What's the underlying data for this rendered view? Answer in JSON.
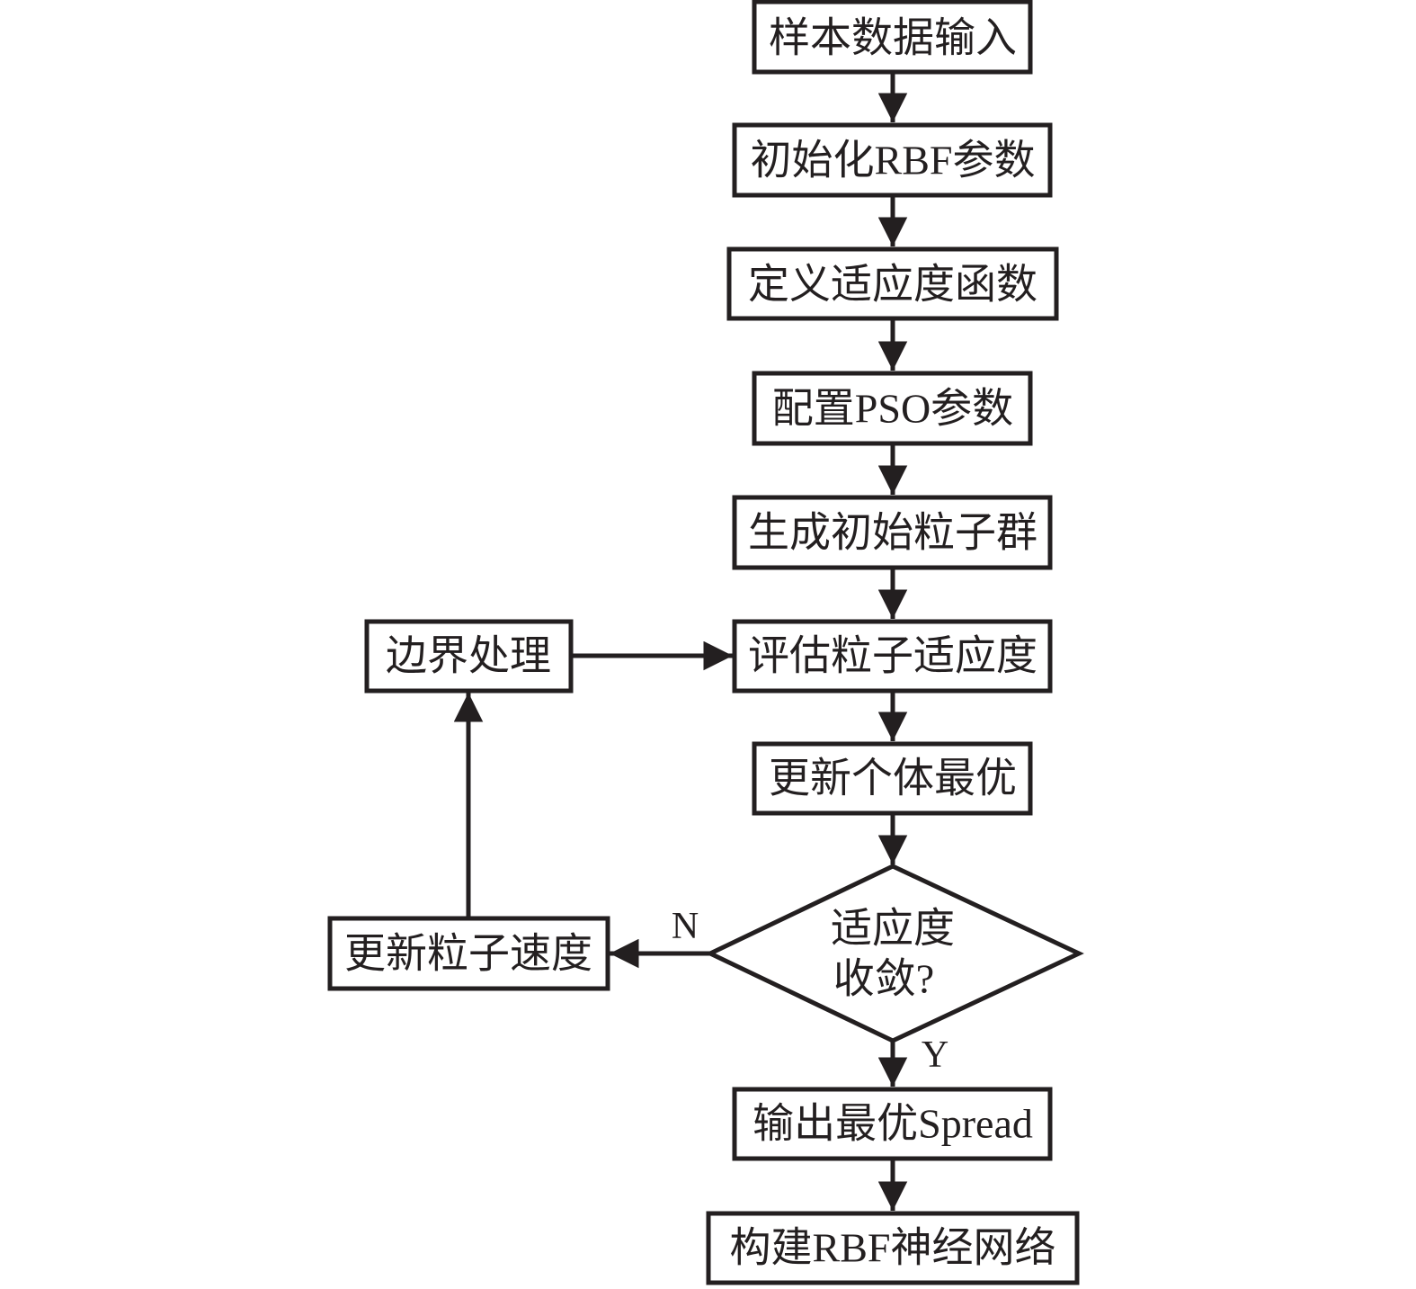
{
  "diagram": {
    "type": "flowchart",
    "colors": {
      "stroke": "#231f20",
      "fill": "#ffffff",
      "text": "#231f20"
    },
    "nodes": [
      {
        "id": "sample_input",
        "shape": "rect",
        "label": "样本数据输入"
      },
      {
        "id": "init_rbf",
        "shape": "rect",
        "label": "初始化RBF参数"
      },
      {
        "id": "define_fitness",
        "shape": "rect",
        "label": "定义适应度函数"
      },
      {
        "id": "config_pso",
        "shape": "rect",
        "label": "配置PSO参数"
      },
      {
        "id": "gen_swarm",
        "shape": "rect",
        "label": "生成初始粒子群"
      },
      {
        "id": "eval_fitness",
        "shape": "rect",
        "label": "评估粒子适应度"
      },
      {
        "id": "update_pbest",
        "shape": "rect",
        "label": "更新个体最优"
      },
      {
        "id": "converged",
        "shape": "diamond",
        "label_lines": [
          "适应度",
          "收敛?"
        ]
      },
      {
        "id": "output_spread",
        "shape": "rect",
        "label": "输出最优Spread"
      },
      {
        "id": "build_rbf",
        "shape": "rect",
        "label": "构建RBF神经网络"
      },
      {
        "id": "boundary",
        "shape": "rect",
        "label": "边界处理"
      },
      {
        "id": "update_velocity",
        "shape": "rect",
        "label": "更新粒子速度"
      }
    ],
    "edges": [
      {
        "from": "sample_input",
        "to": "init_rbf",
        "label": ""
      },
      {
        "from": "init_rbf",
        "to": "define_fitness",
        "label": ""
      },
      {
        "from": "define_fitness",
        "to": "config_pso",
        "label": ""
      },
      {
        "from": "config_pso",
        "to": "gen_swarm",
        "label": ""
      },
      {
        "from": "gen_swarm",
        "to": "eval_fitness",
        "label": ""
      },
      {
        "from": "eval_fitness",
        "to": "update_pbest",
        "label": ""
      },
      {
        "from": "update_pbest",
        "to": "converged",
        "label": ""
      },
      {
        "from": "converged",
        "to": "output_spread",
        "label": "Y"
      },
      {
        "from": "converged",
        "to": "update_velocity",
        "label": "N"
      },
      {
        "from": "update_velocity",
        "to": "boundary",
        "label": ""
      },
      {
        "from": "boundary",
        "to": "eval_fitness",
        "label": ""
      },
      {
        "from": "output_spread",
        "to": "build_rbf",
        "label": ""
      }
    ]
  }
}
